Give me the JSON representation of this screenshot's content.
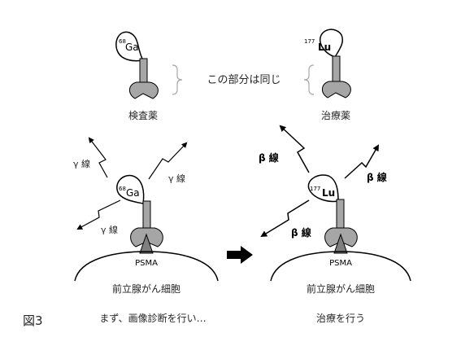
{
  "left_top": {
    "isotope_mass": "68",
    "isotope_symbol": "Ga",
    "caption": "検査薬"
  },
  "right_top": {
    "isotope_mass": "177",
    "isotope_symbol": "Lu",
    "caption": "治療薬"
  },
  "same_part_note": "この部分は同じ",
  "left_bottom": {
    "isotope_mass": "68",
    "isotope_symbol": "Ga",
    "rays": [
      "γ 線",
      "γ 線",
      "γ 線"
    ],
    "target_label": "PSMA",
    "cell_label": "前立腺がん細胞",
    "step_caption": "まず、画像診断を行い…"
  },
  "right_bottom": {
    "isotope_mass": "177",
    "isotope_symbol": "Lu",
    "rays": [
      "β 線",
      "β 線",
      "β 線"
    ],
    "target_label": "PSMA",
    "cell_label": "前立腺がん細胞",
    "step_caption": "治療を行う"
  },
  "figure_label": "図3",
  "colors": {
    "stroke": "#000000",
    "body_fill": "#a6a6a6",
    "receptor_fill": "#7f7f7f",
    "brace": "#a6a6a6",
    "text": "#262626"
  }
}
